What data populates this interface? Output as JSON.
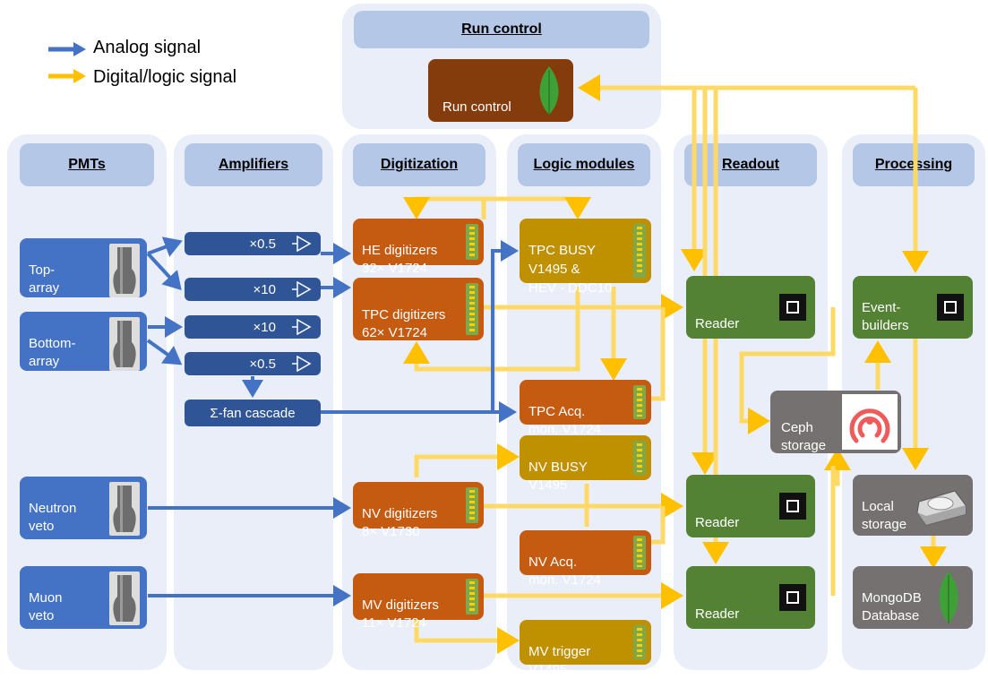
{
  "legend": {
    "analog": "Analog signal",
    "digital": "Digital/logic signal",
    "analog_color": "#4472c4",
    "digital_color": "#ffc000"
  },
  "columns": {
    "run_control": "Run control",
    "pmts": "PMTs",
    "amplifiers": "Amplifiers",
    "digitization": "Digitization",
    "logic": "Logic modules",
    "readout": "Readout",
    "processing": "Processing"
  },
  "boxes": {
    "run_control": "Run control",
    "top_array": "Top-\narray",
    "bottom_array": "Bottom-\narray",
    "neutron_veto": "Neutron\nveto",
    "muon_veto": "Muon\nveto",
    "amp1": "×0.5",
    "amp2": "×10",
    "amp3": "×10",
    "amp4": "×0.5",
    "fan": "Σ-fan cascade",
    "he_dig": "HE digitizers\n32× V1724",
    "tpc_dig": "TPC digitizers\n62× V1724",
    "nv_dig": "NV digitizers\n8× V1730",
    "mv_dig": "MV digitizers\n11× V1724",
    "tpc_busy": "TPC BUSY\nV1495 &\nHEV - DDC10",
    "tpc_acq": "TPC Acq.\nmon. V1724",
    "nv_busy": "NV BUSY\nV1495",
    "nv_acq": "NV Acq.\nmon. V1724",
    "mv_trigger": "MV trigger\nV1495",
    "reader1": "Reader",
    "reader2": "Reader",
    "reader3": "Reader",
    "ceph": "Ceph\nstorage",
    "eventbuilders": "Event-\nbuilders",
    "local_storage": "Local\nstorage",
    "mongodb": "MongoDB\nDatabase"
  }
}
